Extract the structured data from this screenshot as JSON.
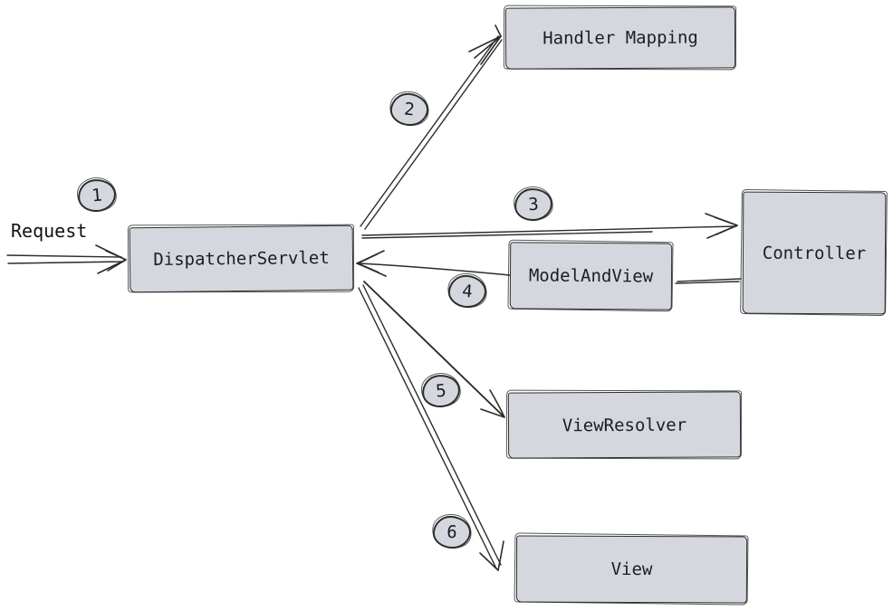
{
  "diagram": {
    "type": "flow-diagram",
    "background_color": "#ffffff",
    "node_fill_color": "#d4d8de",
    "stroke_color": "#2e2e2e",
    "request_label": "Request",
    "nodes": [
      {
        "id": "handler-mapping",
        "label": "Handler Mapping"
      },
      {
        "id": "dispatcher-servlet",
        "label": "DispatcherServlet"
      },
      {
        "id": "controller",
        "label": "Controller"
      },
      {
        "id": "model-and-view",
        "label": "ModelAndView"
      },
      {
        "id": "view-resolver",
        "label": "ViewResolver"
      },
      {
        "id": "view",
        "label": "View"
      }
    ],
    "badges": [
      {
        "number": "1"
      },
      {
        "number": "2"
      },
      {
        "number": "3"
      },
      {
        "number": "4"
      },
      {
        "number": "5"
      },
      {
        "number": "6"
      }
    ],
    "edges": [
      {
        "step": "1",
        "from": "Request",
        "to": "DispatcherServlet",
        "line": "double",
        "arrowhead": true
      },
      {
        "step": "2",
        "from": "DispatcherServlet",
        "to": "Handler Mapping",
        "line": "double",
        "arrowhead": true
      },
      {
        "step": "3",
        "from": "DispatcherServlet",
        "to": "Controller",
        "line": "single",
        "arrowhead": true
      },
      {
        "step": "4",
        "from": "ModelAndView",
        "to": "DispatcherServlet",
        "line": "single",
        "arrowhead": true
      },
      {
        "step": "5",
        "from": "DispatcherServlet",
        "to": "ViewResolver",
        "line": "single",
        "arrowhead": true
      },
      {
        "step": "6",
        "from": "DispatcherServlet",
        "to": "View",
        "line": "double",
        "arrowhead": true
      },
      {
        "from": "Controller",
        "to": "ModelAndView",
        "line": "single",
        "arrowhead": false
      }
    ]
  }
}
